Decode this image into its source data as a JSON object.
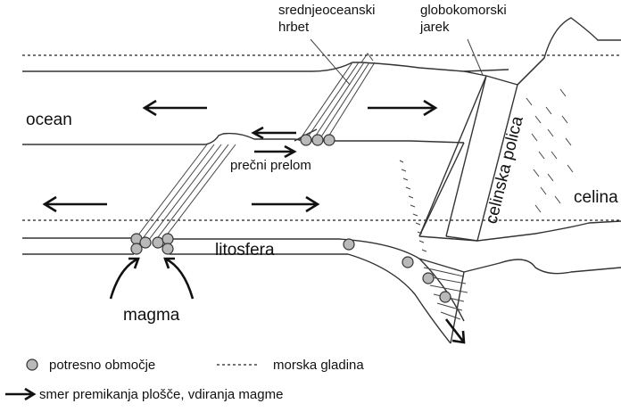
{
  "labels": {
    "ridge": [
      "srednjeoceanski",
      "hrbet"
    ],
    "trench": [
      "globokomorski",
      "jarek"
    ],
    "ocean": "ocean",
    "shelf": "celinska polica",
    "continent": "celina",
    "fault": "prečni prelom",
    "lithosphere": "litosfera",
    "magma": "magma"
  },
  "legend": {
    "earthquake": "potresno območje",
    "sea_level": "morska gladina",
    "arrow": "smer premikanja plošče, vdiranja magme"
  },
  "colors": {
    "earthquake_fill": "#b9b9b9",
    "outline": "#333333",
    "background": "#ffffff"
  },
  "icons": {
    "earthquake": "gray-circle-icon",
    "sea_level": "dotted-line-icon",
    "direction": "arrow-right-icon"
  }
}
